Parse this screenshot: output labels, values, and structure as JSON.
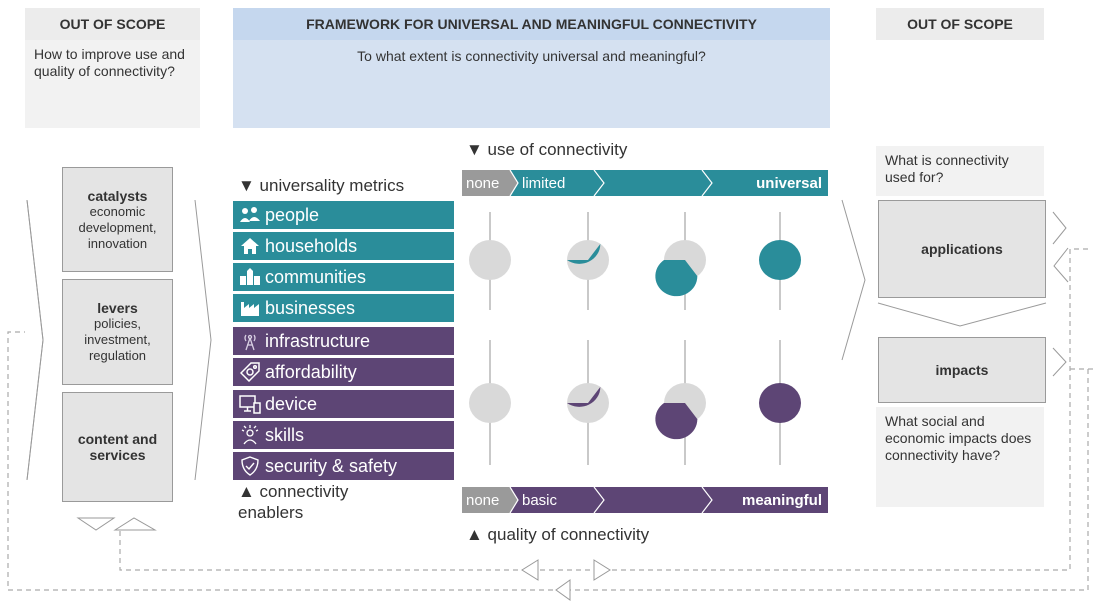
{
  "left_header": "OUT OF SCOPE",
  "left_question": "How to improve use and quality of connectivity?",
  "center_header": "FRAMEWORK FOR UNIVERSAL AND MEANINGFUL CONNECTIVITY",
  "center_question": "To what extent is connectivity universal and meaningful?",
  "right_header": "OUT OF SCOPE",
  "right_question_top": "What is connectivity used for?",
  "right_question_bottom": "What social and economic impacts does connectivity have?",
  "drivers": [
    {
      "title": "catalysts",
      "desc": "economic development, innovation"
    },
    {
      "title": "levers",
      "desc": "policies, investment, regulation"
    },
    {
      "title": "content and services",
      "desc": ""
    }
  ],
  "outcomes": {
    "applications": "applications",
    "impacts": "impacts"
  },
  "use_label": "▼ use of connectivity",
  "quality_label": "▲ quality of connectivity",
  "universality_label": "▼ universality metrics",
  "enablers_label": "▲ connectivity enablers",
  "use_scale": [
    "none",
    "limited",
    "universal"
  ],
  "quality_scale": [
    "none",
    "basic",
    "meaningful"
  ],
  "universality_metrics": [
    {
      "label": "people",
      "icon": "people-icon"
    },
    {
      "label": "households",
      "icon": "house-icon"
    },
    {
      "label": "communities",
      "icon": "community-icon"
    },
    {
      "label": "businesses",
      "icon": "factory-icon"
    }
  ],
  "enablers": [
    {
      "label": "infrastructure",
      "icon": "antenna-icon"
    },
    {
      "label": "affordability",
      "icon": "price-tag-icon"
    },
    {
      "label": "device",
      "icon": "device-icon"
    },
    {
      "label": "skills",
      "icon": "skills-icon"
    },
    {
      "label": "security & safety",
      "icon": "shield-icon"
    }
  ],
  "pie_levels": [
    0,
    0.35,
    0.65,
    1
  ],
  "colors": {
    "teal": "#2a8d9a",
    "purple": "#5d4575",
    "grey": "#d9d9d9",
    "header_blue": "#d5e1f1"
  }
}
